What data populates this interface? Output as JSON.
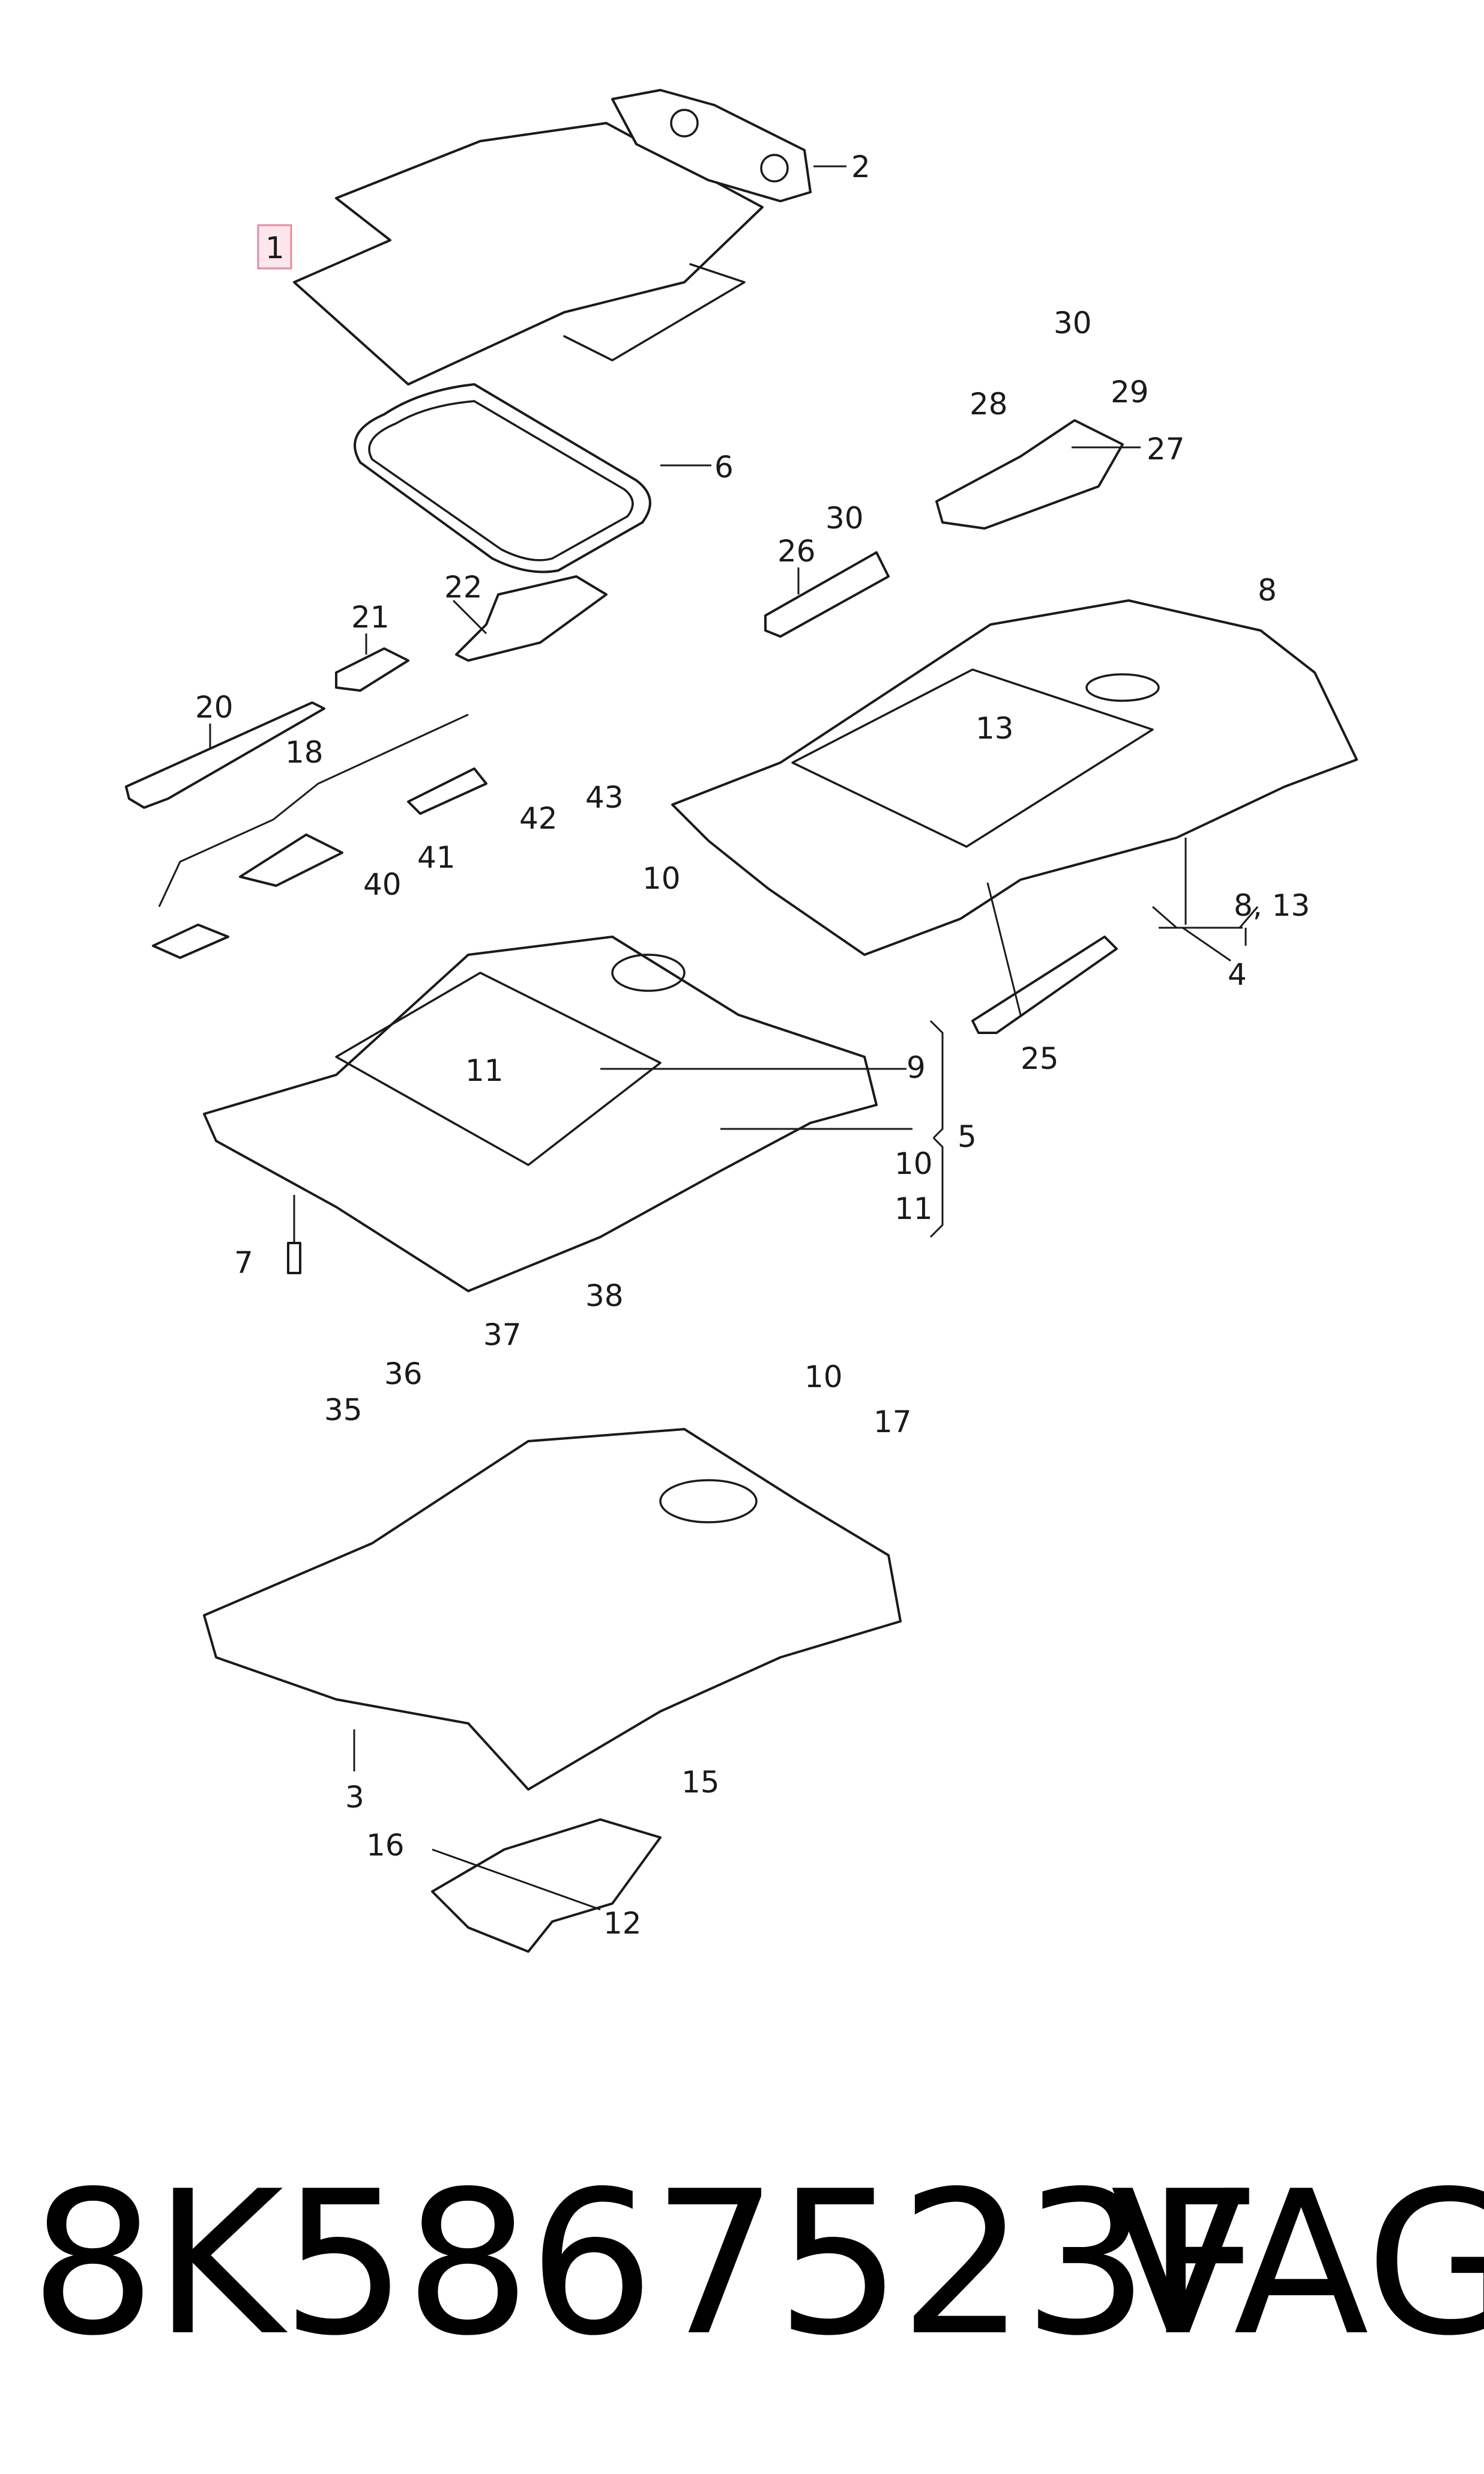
{
  "callouts": {
    "c1": "1",
    "c2": "2",
    "c3": "3",
    "c4": "4",
    "c5": "5",
    "c6": "6",
    "c7": "7",
    "c8": "8",
    "c9": "9",
    "c10a": "10",
    "c10b": "10",
    "c10c": "10",
    "c11a": "11",
    "c11b": "11",
    "c12": "12",
    "c13": "13",
    "c8_13": "8, 13",
    "c15": "15",
    "c16": "16",
    "c17": "17",
    "c18": "18",
    "c20": "20",
    "c21": "21",
    "c22": "22",
    "c25": "25",
    "c26": "26",
    "c27": "27",
    "c28": "28",
    "c29": "29",
    "c30a": "30",
    "c30b": "30",
    "c35": "35",
    "c36": "36",
    "c37": "37",
    "c38": "38",
    "c40": "40",
    "c41": "41",
    "c42": "42",
    "c43": "43"
  },
  "footer": {
    "part_number": "8K5867523F",
    "brand": "VAG"
  },
  "colors": {
    "highlight": "#fde7ec",
    "line": "#1a1a1a"
  }
}
